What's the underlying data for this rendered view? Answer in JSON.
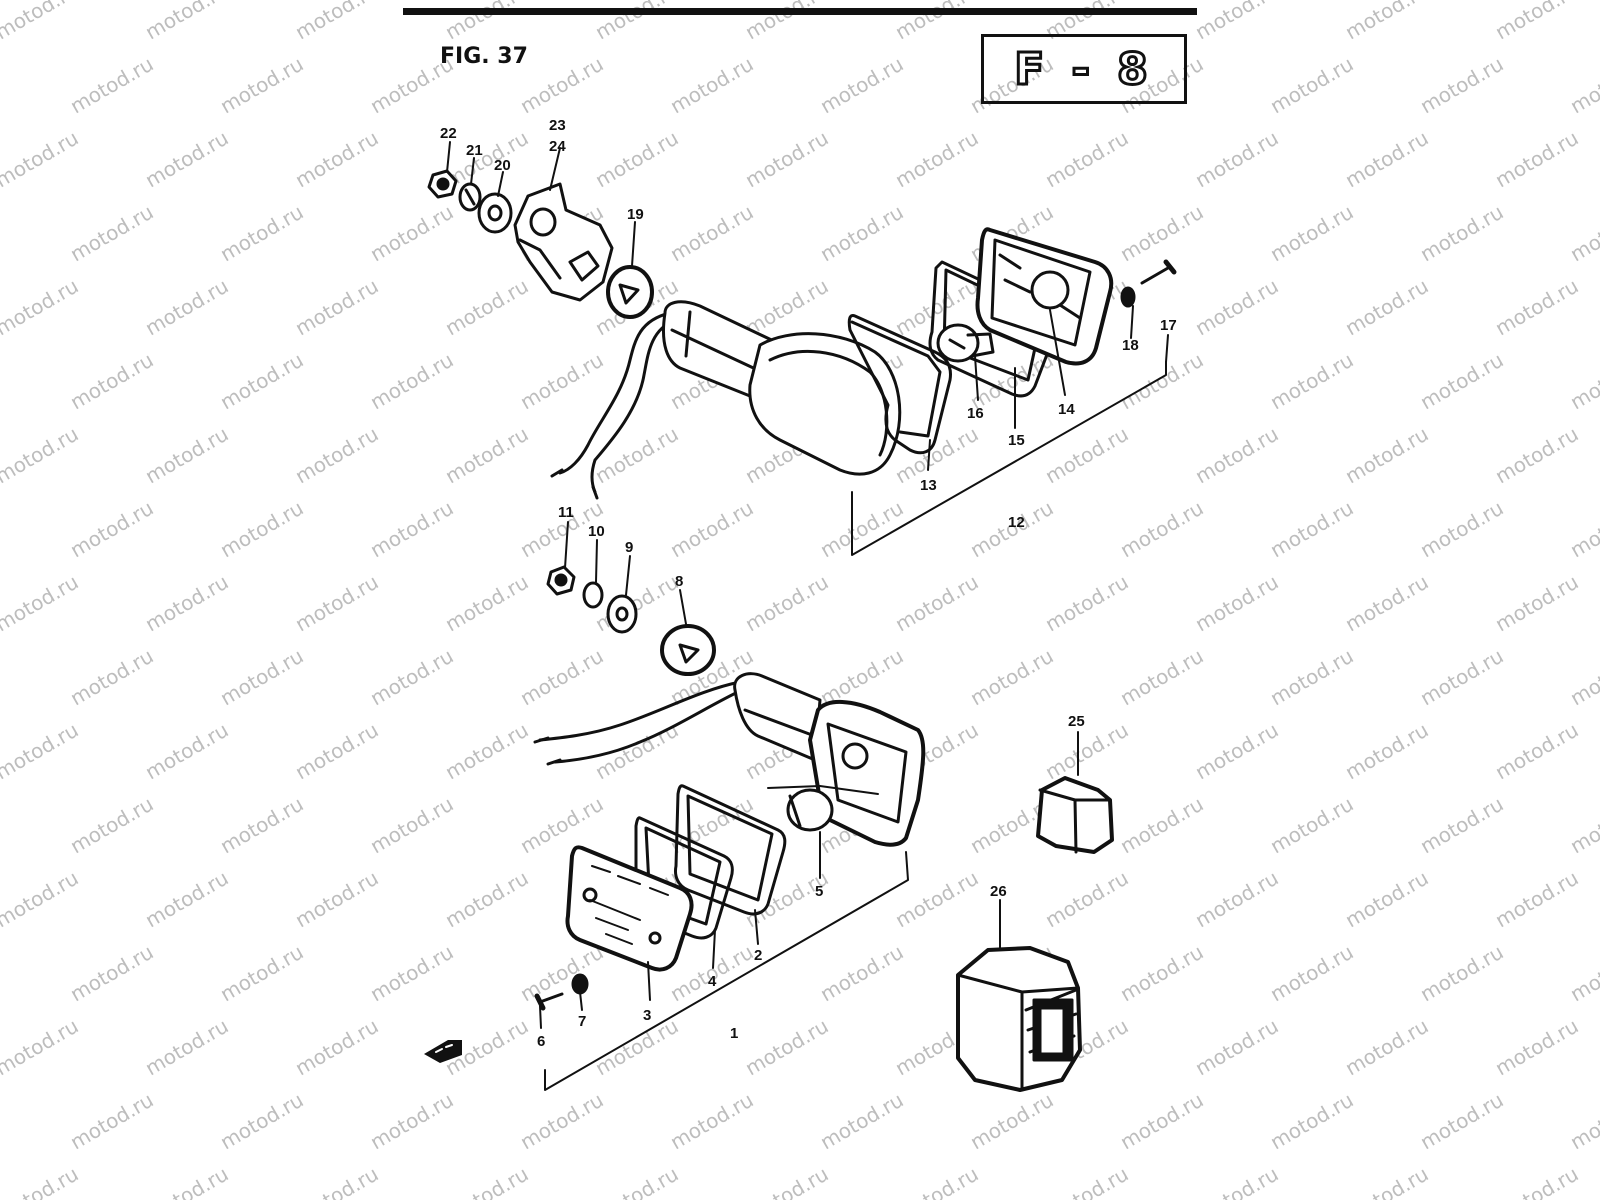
{
  "figure_label": "FIG. 37",
  "page_code": "F - 8",
  "watermark": "motod.ru",
  "parts": [
    "1",
    "2",
    "3",
    "4",
    "5",
    "6",
    "7",
    "8",
    "9",
    "10",
    "11",
    "12",
    "13",
    "14",
    "15",
    "16",
    "17",
    "18",
    "19",
    "20",
    "21",
    "22",
    "23",
    "24",
    "25",
    "26"
  ]
}
